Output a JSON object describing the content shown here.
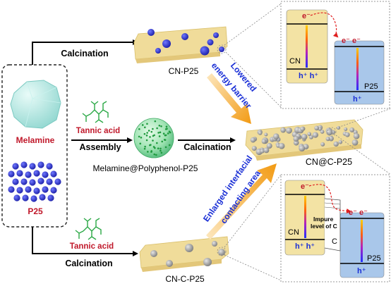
{
  "labels": {
    "melamine": "Melamine",
    "p25": "P25",
    "calcination_top": "Calcination",
    "cn_p25": "CN-P25",
    "tannic_acid_mid": "Tannic acid",
    "assembly": "Assembly",
    "melamine_polyphenol": "Melamine@Polyphenol-P25",
    "calcination_mid": "Calcination",
    "cn_at_c": "CN@C-P25",
    "tannic_acid_bottom": "Tannic acid",
    "calcination_bottom": "Calcination",
    "cn_c_p25": "CN-C-P25",
    "lowered_line1": "Lowered",
    "lowered_line2": "energy barrier",
    "enlarged_line1": "Enlarged interfacial",
    "enlarged_line2": "contacting area"
  },
  "top_inset": {
    "e_cn": "e⁻",
    "e_p25": "e⁻ e⁻",
    "h_cn": "h⁺ h⁺",
    "h_p25": "h⁺",
    "cn": "CN",
    "p25": "P25"
  },
  "bottom_inset": {
    "e_cn": "e⁻",
    "e_p25": "e⁻ e⁻",
    "h_cn": "h⁺ h⁺",
    "h_p25": "h⁺",
    "cn": "CN",
    "c": "C",
    "impure_line1": "Impure",
    "impure_line2": "level of C",
    "p25": "P25"
  },
  "colors": {
    "cn_box": "#f3e3a4",
    "p25_box": "#a9c7ea",
    "slab": "#f0dc9a",
    "melamine": "#aee8e2",
    "p25_particle": "#2f33d0",
    "carbon_particle": "#9a9a9a",
    "polyphenol_sphere": "#7ad69a",
    "tannic_acid": "#2aa845",
    "red_label": "#c0182a",
    "blue_label": "#1a2fd6",
    "arrow_orange": "#f5a623"
  }
}
